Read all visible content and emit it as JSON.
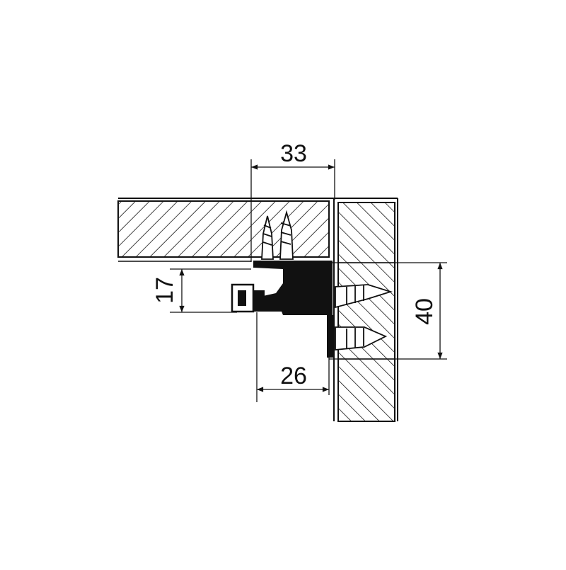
{
  "dimensions": {
    "width_top": "33",
    "height_left": "17",
    "height_right": "40",
    "width_bottom": "26"
  },
  "colors": {
    "ink": "#111111",
    "background": "#ffffff"
  }
}
